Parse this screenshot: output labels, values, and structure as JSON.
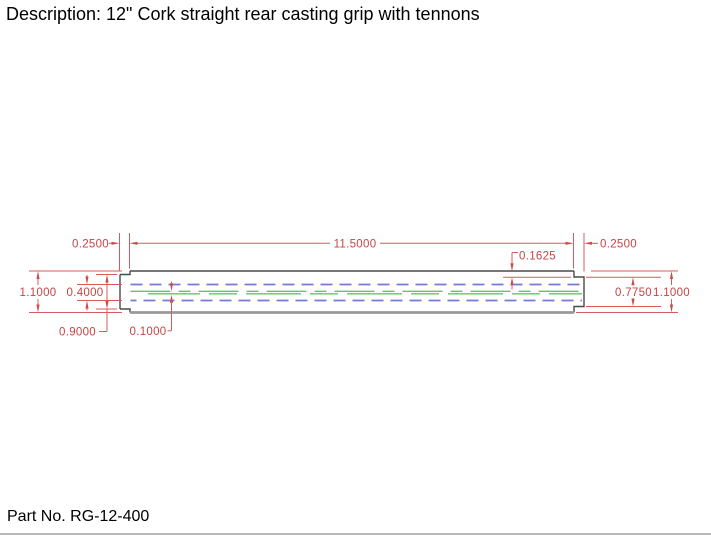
{
  "header": {
    "description_label": "Description: 12\" Cork straight rear casting grip with tennons"
  },
  "footer": {
    "part_no_label": "Part No. RG-12-400"
  },
  "drawing": {
    "type": "cad-2d-dimensioned-profile",
    "dimensions": {
      "left_tenon_length": "0.2500",
      "body_length": "11.5000",
      "right_tenon_length": "0.2500",
      "right_shoulder_step": "0.1625",
      "left_overall_diameter": "1.1000",
      "bore_diameter": "0.4000",
      "left_tenon_diameter": "0.9000",
      "bore_offset": "0.1000",
      "right_tenon_diameter": "0.7750",
      "right_overall_diameter": "1.1000"
    },
    "colors": {
      "dimension_red": "#cc4b4b",
      "hidden_line_blue": "#7878d6",
      "center_line_green": "#5fc95f",
      "outline_dark": "#4a4a4a",
      "bottom_edge_gray": "#999999",
      "page_rule_gray": "#b9b9b9"
    }
  }
}
